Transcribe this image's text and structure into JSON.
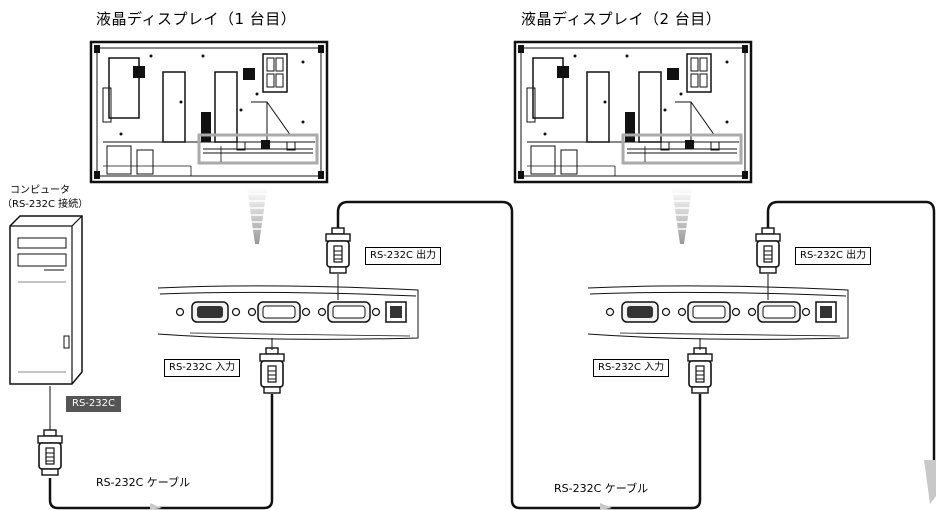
{
  "displays": [
    {
      "title": "液晶ディスプレイ（1 台目）",
      "output_label": "RS-232C 出力",
      "input_label": "RS-232C 入力",
      "cable_label": "RS-232C ケーブル"
    },
    {
      "title": "液晶ディスプレイ（2 台目）",
      "output_label": "RS-232C 出力",
      "input_label": "RS-232C 入力",
      "cable_label": "RS-232C ケーブル"
    }
  ],
  "computer": {
    "label_line1": "コンピュータ",
    "label_line2": "（RS-232C 接続）",
    "port_label": "RS-232C"
  },
  "colors": {
    "line": "#111111",
    "highlight": "#aaaaaa",
    "port_bg": "#555555",
    "arrow": "#c8c8c8"
  }
}
